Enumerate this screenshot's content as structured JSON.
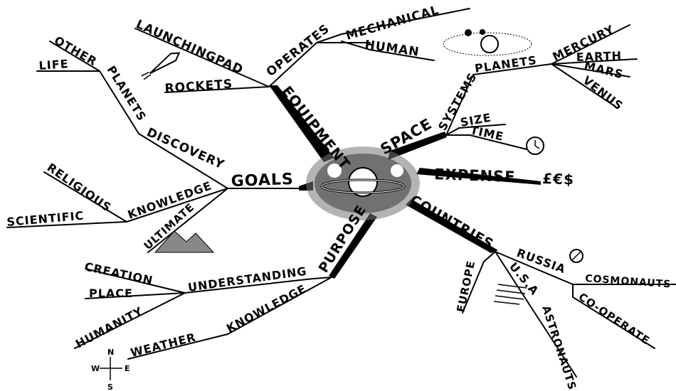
{
  "center": {
    "icon": "planet-with-ring-icon"
  },
  "branches": {
    "equipment": {
      "label": "EQUIPMENT",
      "operates": "OPERATES",
      "launchingpad": "LAUNCHINGPAD",
      "mechanical": "MECHANICAL",
      "human": "HUMAN",
      "rockets": "ROCKETS"
    },
    "space": {
      "label": "SPACE",
      "systems": "SYSTEMS",
      "planets": "PLANETS",
      "mercury": "MERCURY",
      "earth": "EARTH",
      "mars": "MARS",
      "venus": "VENUS",
      "size": "SIZE",
      "time": "TIME"
    },
    "expense": {
      "label": "EXPENSE",
      "symbols": "£€$"
    },
    "goals": {
      "label": "GOALS",
      "discovery": "DISCOVERY",
      "planets": "PLANETS",
      "other": "OTHER",
      "life": "LIFE",
      "knowledge": "KNOWLEDGE",
      "religious": "RELIGIOUS",
      "scientific": "SCIENTIFIC",
      "ultimate": "ULTIMATE"
    },
    "purpose": {
      "label": "PURPOSE",
      "understanding": "UNDERSTANDING",
      "creation": "CREATION",
      "place": "PLACE",
      "humanity": "HUMANITY",
      "knowledge": "KNOWLEDGE",
      "weather": "WEATHER"
    },
    "countries": {
      "label": "COUNTRIES",
      "russia": "RUSSIA",
      "cosmonauts": "COSMONAUTS",
      "cooperate": "CO-OPERATE",
      "usa": "U.S.A",
      "astronauts": "ASTRONAUTS",
      "europe": "EUROPE"
    }
  },
  "compass": {
    "n": "N",
    "s": "S",
    "e": "E",
    "w": "W"
  }
}
